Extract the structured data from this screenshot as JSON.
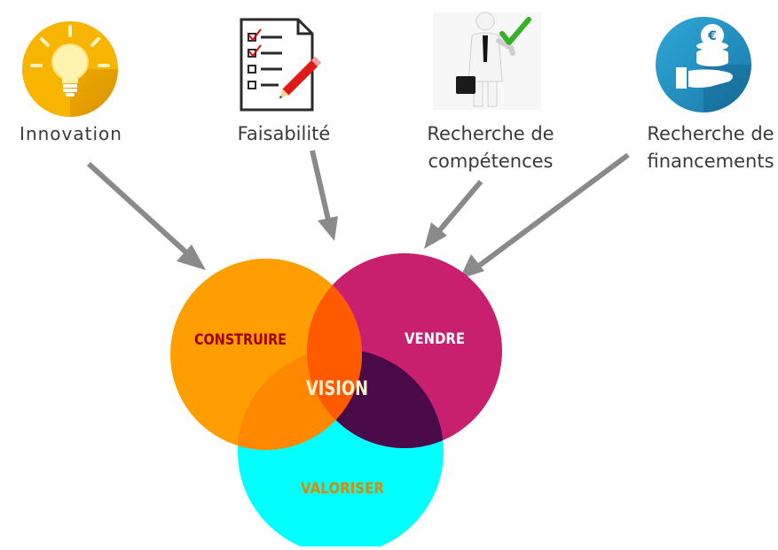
{
  "sources": [
    {
      "id": "innovation",
      "label": "Innovation",
      "icon": "lightbulb-icon"
    },
    {
      "id": "faisabilite",
      "label": "Faisabilité",
      "icon": "checklist-icon"
    },
    {
      "id": "competences",
      "label": "Recherche de\ncompétences",
      "icon": "businessman-checkmark-icon"
    },
    {
      "id": "financements",
      "label": "Recherche de\nfinancements",
      "icon": "euro-coin-hand-icon"
    }
  ],
  "venn": {
    "construire": "CONSTRUIRE",
    "vendre": "VENDRE",
    "valoriser": "VALORISER",
    "center": "VISION"
  },
  "colors": {
    "construire": "#ff9e00",
    "vendre": "#c81f6e",
    "valoriser": "#00ffff",
    "construire_vendre": "#ff5a00",
    "vendre_valoriser": "#4a0a4a",
    "construire_valoriser": "#ff8800",
    "center": "#ff5a00",
    "construire_text": "#a00000",
    "vendre_text": "#ffffff",
    "valoriser_text": "#d88a00",
    "center_text": "#fff2d0",
    "arrow": "#8a8a8a"
  }
}
